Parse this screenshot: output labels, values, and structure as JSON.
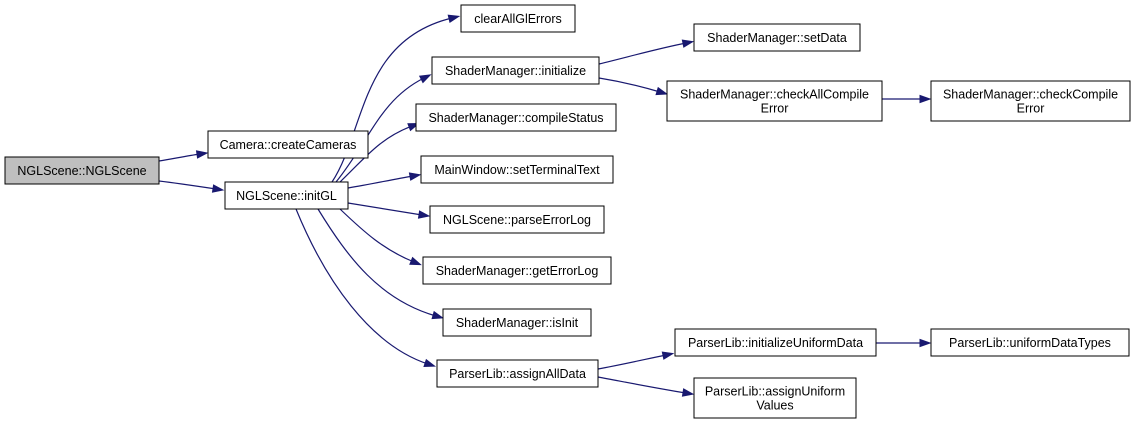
{
  "diagram": {
    "nodes": [
      {
        "id": "ngl_ctor",
        "lines": [
          "NGLScene::NGLScene"
        ],
        "root": true
      },
      {
        "id": "camera_create",
        "lines": [
          "Camera::createCameras"
        ]
      },
      {
        "id": "initgl",
        "lines": [
          "NGLScene::initGL"
        ]
      },
      {
        "id": "clear_errors",
        "lines": [
          "clearAllGlErrors"
        ]
      },
      {
        "id": "sm_initialize",
        "lines": [
          "ShaderManager::initialize"
        ]
      },
      {
        "id": "sm_compile_status",
        "lines": [
          "ShaderManager::compileStatus"
        ]
      },
      {
        "id": "mw_set_terminal",
        "lines": [
          "MainWindow::setTerminalText"
        ]
      },
      {
        "id": "ngl_parse_error",
        "lines": [
          "NGLScene::parseErrorLog"
        ]
      },
      {
        "id": "sm_get_error",
        "lines": [
          "ShaderManager::getErrorLog"
        ]
      },
      {
        "id": "sm_is_init",
        "lines": [
          "ShaderManager::isInit"
        ]
      },
      {
        "id": "pl_assign_all",
        "lines": [
          "ParserLib::assignAllData"
        ]
      },
      {
        "id": "sm_set_data",
        "lines": [
          "ShaderManager::setData"
        ]
      },
      {
        "id": "sm_check_all",
        "lines": [
          "ShaderManager::checkAllCompile",
          "Error"
        ]
      },
      {
        "id": "sm_check",
        "lines": [
          "ShaderManager::checkCompile",
          "Error"
        ]
      },
      {
        "id": "pl_init_uniform",
        "lines": [
          "ParserLib::initializeUniformData"
        ]
      },
      {
        "id": "pl_assign_uniform",
        "lines": [
          "ParserLib::assignUniform",
          "Values"
        ]
      },
      {
        "id": "pl_uniform_types",
        "lines": [
          "ParserLib::uniformDataTypes"
        ]
      }
    ],
    "edges": [
      {
        "from": "ngl_ctor",
        "to": "camera_create"
      },
      {
        "from": "ngl_ctor",
        "to": "initgl"
      },
      {
        "from": "initgl",
        "to": "clear_errors"
      },
      {
        "from": "initgl",
        "to": "sm_initialize"
      },
      {
        "from": "initgl",
        "to": "sm_compile_status"
      },
      {
        "from": "initgl",
        "to": "mw_set_terminal"
      },
      {
        "from": "initgl",
        "to": "ngl_parse_error"
      },
      {
        "from": "initgl",
        "to": "sm_get_error"
      },
      {
        "from": "initgl",
        "to": "sm_is_init"
      },
      {
        "from": "initgl",
        "to": "pl_assign_all"
      },
      {
        "from": "sm_initialize",
        "to": "sm_set_data"
      },
      {
        "from": "sm_initialize",
        "to": "sm_check_all"
      },
      {
        "from": "sm_check_all",
        "to": "sm_check"
      },
      {
        "from": "pl_assign_all",
        "to": "pl_init_uniform"
      },
      {
        "from": "pl_assign_all",
        "to": "pl_assign_uniform"
      },
      {
        "from": "pl_init_uniform",
        "to": "pl_uniform_types"
      }
    ],
    "colors": {
      "edge": "#191970",
      "root_fill": "#bfbfbf",
      "node_fill": "#ffffff",
      "border": "#000000"
    }
  }
}
